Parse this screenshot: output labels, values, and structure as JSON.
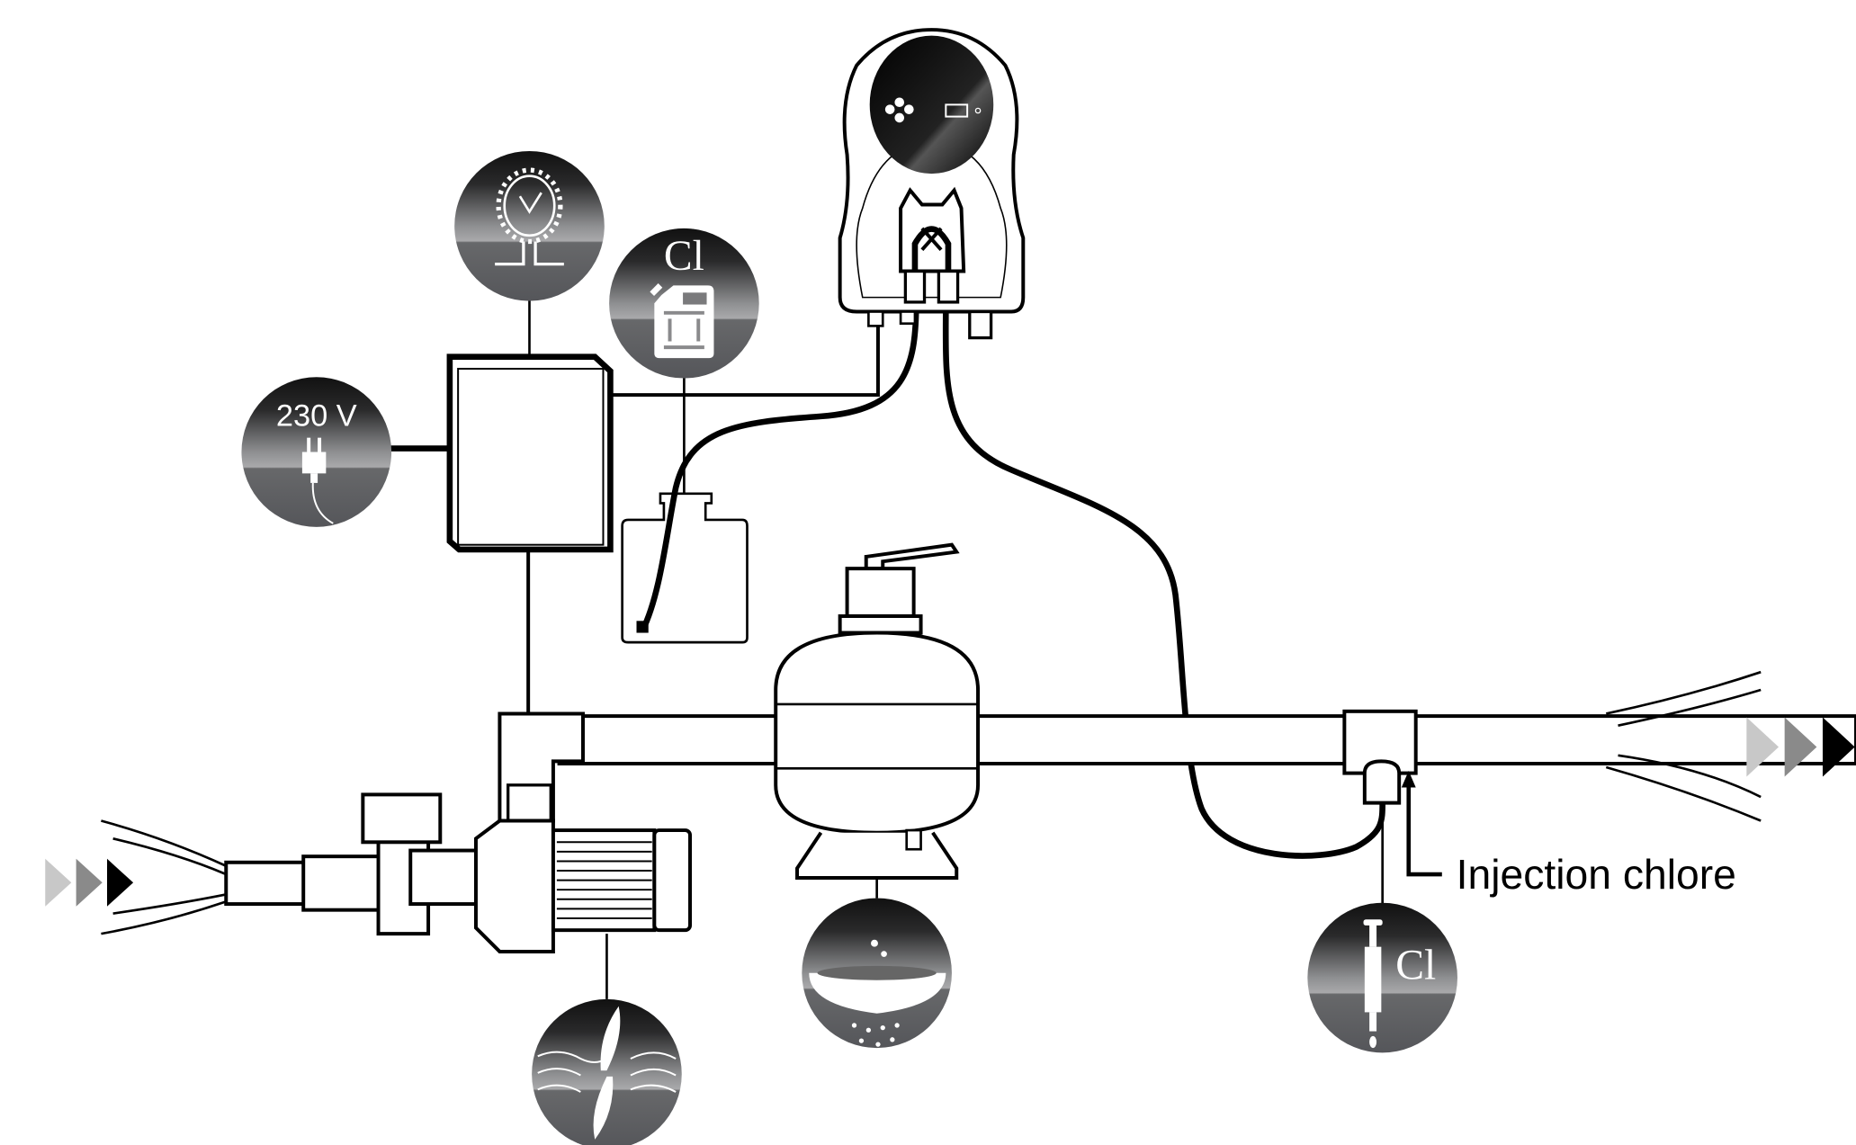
{
  "diagram": {
    "labels": {
      "power": "230 V",
      "chlorine_tank": "Cl",
      "chlorine_injection_icon": "Cl",
      "injection_point": "Injection chlore"
    },
    "icons": [
      "clock-icon",
      "power-plug-icon",
      "jerrycan-icon",
      "propeller-icon",
      "strainer-icon",
      "syringe-icon"
    ],
    "colors": {
      "line": "#000000",
      "badge_dark": "#1a1a1a",
      "badge_light": "#a9a9ab",
      "badge_mid": "#5d5e60",
      "flow_arrow_light": "#c8c8c8",
      "flow_arrow_mid": "#8a8a8a"
    }
  }
}
